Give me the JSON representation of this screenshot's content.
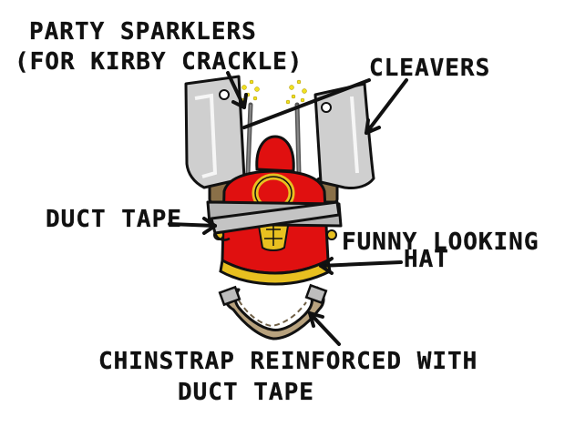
{
  "labels": {
    "sparklers_line1": "PARTY SPARKLERS",
    "sparklers_line2": "(FOR KIRBY CRACKLE)",
    "cleavers": "CLEAVERS",
    "duct_tape": "DUCT TAPE",
    "hat_line1": "FUNNY LOOKING",
    "hat_line2": "HAT",
    "chinstrap_line1": "CHINSTRAP REINFORCED WITH",
    "chinstrap_line2": "DUCT TAPE"
  },
  "colors": {
    "hat_red": "#e01010",
    "trim_gold": "#e8c020",
    "cleaver_gray": "#cfcfcf",
    "tape_gray": "#b4b4b4",
    "handle_brown": "#8a7048",
    "chinstrap_tan": "#b8a27e",
    "outline": "#111111"
  }
}
